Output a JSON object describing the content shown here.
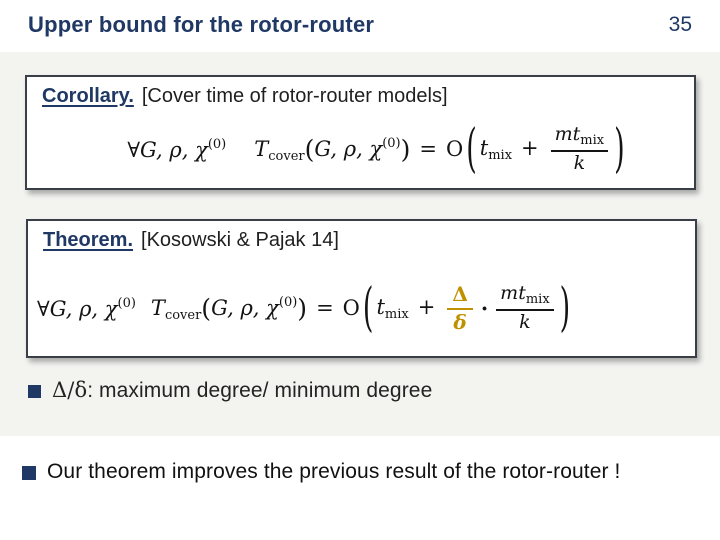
{
  "header": {
    "title": "Upper bound for the rotor-router",
    "page_number": "35"
  },
  "colors": {
    "navy": "#1F3864",
    "gold": "#BF9000",
    "panel": "#F3F3F0",
    "box_border": "#3A3F47"
  },
  "corollary": {
    "heading": "Corollary.",
    "note": "[Cover time of rotor-router models]",
    "math": {
      "forall": "∀",
      "vars": "G, ρ, χ",
      "vars_sup": "(0)",
      "T": "T",
      "T_sub": "cover",
      "open": "(",
      "args": "G, ρ, χ",
      "args_sup": "(0)",
      "close": ")",
      "eq": "=",
      "O": "O",
      "big_open": "(",
      "t": "t",
      "t_sub": "mix",
      "plus": "+",
      "num": "mt",
      "num_sub": "mix",
      "den": "k",
      "big_close": ")"
    }
  },
  "theorem": {
    "heading": "Theorem.",
    "note": "[Kosowski & Pajak 14]",
    "math": {
      "forall": "∀",
      "vars": "G, ρ, χ",
      "vars_sup": "(0)",
      "T": "T",
      "T_sub": "cover",
      "open": "(",
      "args": "G, ρ, χ",
      "args_sup": "(0)",
      "close": ")",
      "eq": "=",
      "O": "O",
      "big_open": "(",
      "t": "t",
      "t_sub": "mix",
      "plus": "+",
      "ratio_num": "Δ",
      "ratio_den": "δ",
      "cdot": "·",
      "num": "mt",
      "num_sub": "mix",
      "den": "k",
      "big_close": ")"
    }
  },
  "bullets": [
    {
      "symbol": "Δ/δ",
      "text": ": maximum degree/ minimum degree"
    },
    {
      "symbol": "",
      "text": "Our theorem improves the previous result of the rotor-router !"
    }
  ]
}
